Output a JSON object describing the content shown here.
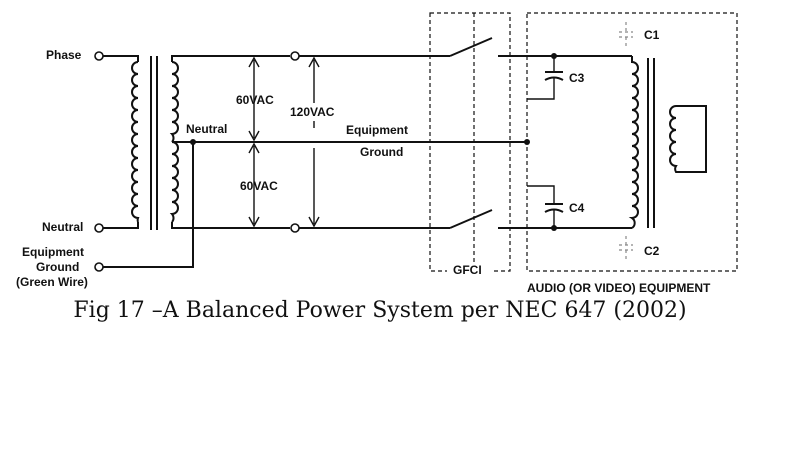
{
  "labels": {
    "phase": "Phase",
    "neutral_left": "Neutral",
    "equipment_ground_left_1": "Equipment",
    "equipment_ground_left_2": "Ground",
    "equipment_ground_left_3": "(Green Wire)",
    "neutral_center": "Neutral",
    "v_top": "60VAC",
    "v_bottom": "60VAC",
    "v_total": "120VAC",
    "equipment_ground_center_1": "Equipment",
    "equipment_ground_center_2": "Ground",
    "gfci": "GFCI",
    "c1": "C1",
    "c2": "C2",
    "c3": "C3",
    "c4": "C4",
    "equipment_box": "AUDIO (OR VIDEO) EQUIPMENT"
  },
  "caption": "Fig 17 –A Balanced Power System per NEC 647 (2002)"
}
